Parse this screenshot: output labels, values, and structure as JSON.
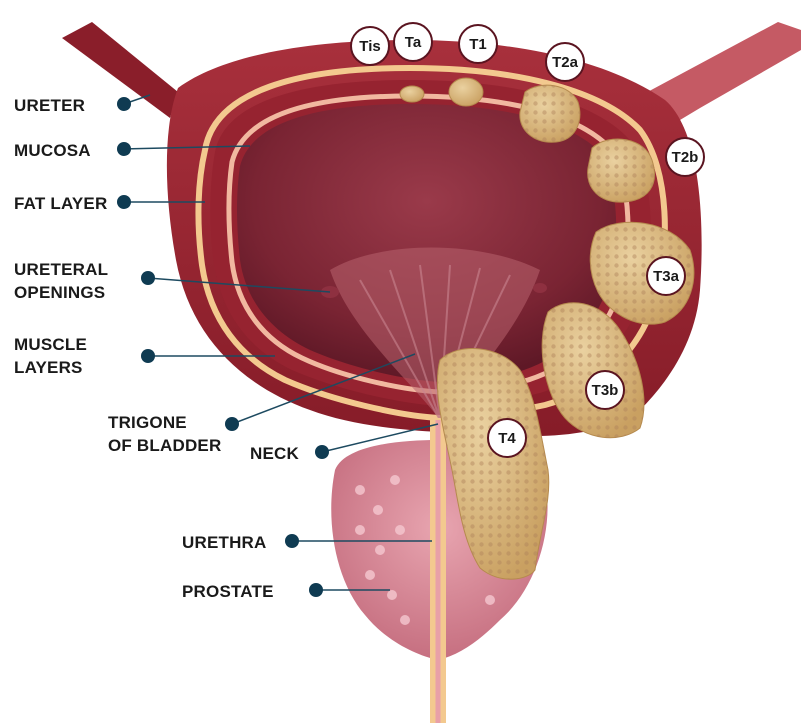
{
  "labels": {
    "ureter": "URETER",
    "mucosa": "MUCOSA",
    "fat_layer": "FAT LAYER",
    "ureteral_openings": [
      "URETERAL",
      "OPENINGS"
    ],
    "muscle_layers": [
      "MUSCLE",
      "LAYERS"
    ],
    "trigone": [
      "TRIGONE",
      "OF BLADDER"
    ],
    "neck": "NECK",
    "urethra": "URETHRA",
    "prostate": "PROSTATE"
  },
  "stages": {
    "tis": "Tis",
    "ta": "Ta",
    "t1": "T1",
    "t2a": "T2a",
    "t2b": "T2b",
    "t3a": "T3a",
    "t3b": "T3b",
    "t4": "T4"
  },
  "colors": {
    "wall": "#8e1f2b",
    "wall_outer": "#a3323c",
    "fat": "#f3c98f",
    "lumen": "#7a2433",
    "tumor": "#d8b57a",
    "prostate": "#d98a98",
    "dot": "#0f3b52"
  }
}
